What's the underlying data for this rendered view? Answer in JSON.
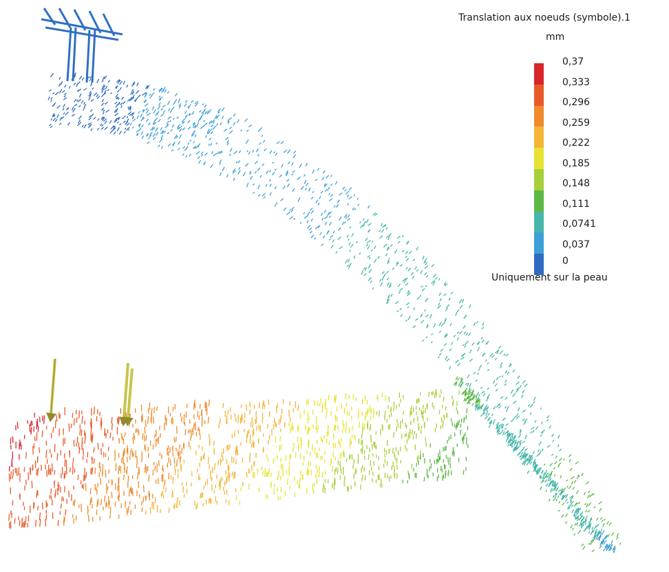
{
  "legend": {
    "title": "Translation aux noeuds (symbole).1",
    "unit": "mm",
    "ticks": [
      "0,37",
      "0,333",
      "0,296",
      "0,259",
      "0,222",
      "0,185",
      "0,148",
      "0,111",
      "0,0741",
      "0,037",
      "0"
    ],
    "note": "Uniquement sur la peau",
    "colors": [
      "#d8262b",
      "#e95a2a",
      "#f08a2a",
      "#f5b537",
      "#e8e332",
      "#a6cf3a",
      "#5cb847",
      "#45b6a9",
      "#3d9fd8",
      "#2f6bc1"
    ]
  },
  "model": {
    "support_color": "#2f6fc4",
    "load_arrow_color": "#c9c44a"
  }
}
